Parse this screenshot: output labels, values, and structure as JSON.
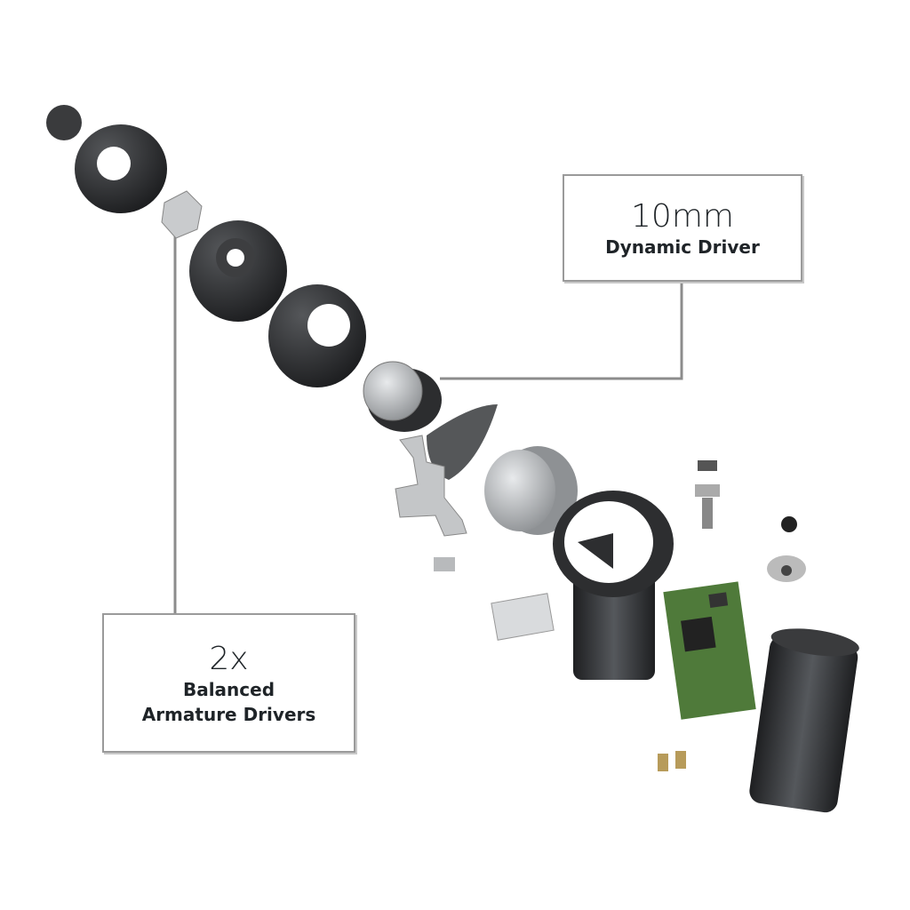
{
  "callouts": {
    "dynamic_driver": {
      "size": "10mm",
      "name": "Dynamic Driver"
    },
    "balanced_armature": {
      "count": "2x",
      "line1": "Balanced",
      "line2": "Armature Drivers"
    }
  },
  "colors": {
    "line": "#8c8c8c",
    "text": "#1f2428",
    "rubber": "#2b2c2e",
    "metal": "#b9bcbf",
    "pcb": "#4f7a3a"
  }
}
